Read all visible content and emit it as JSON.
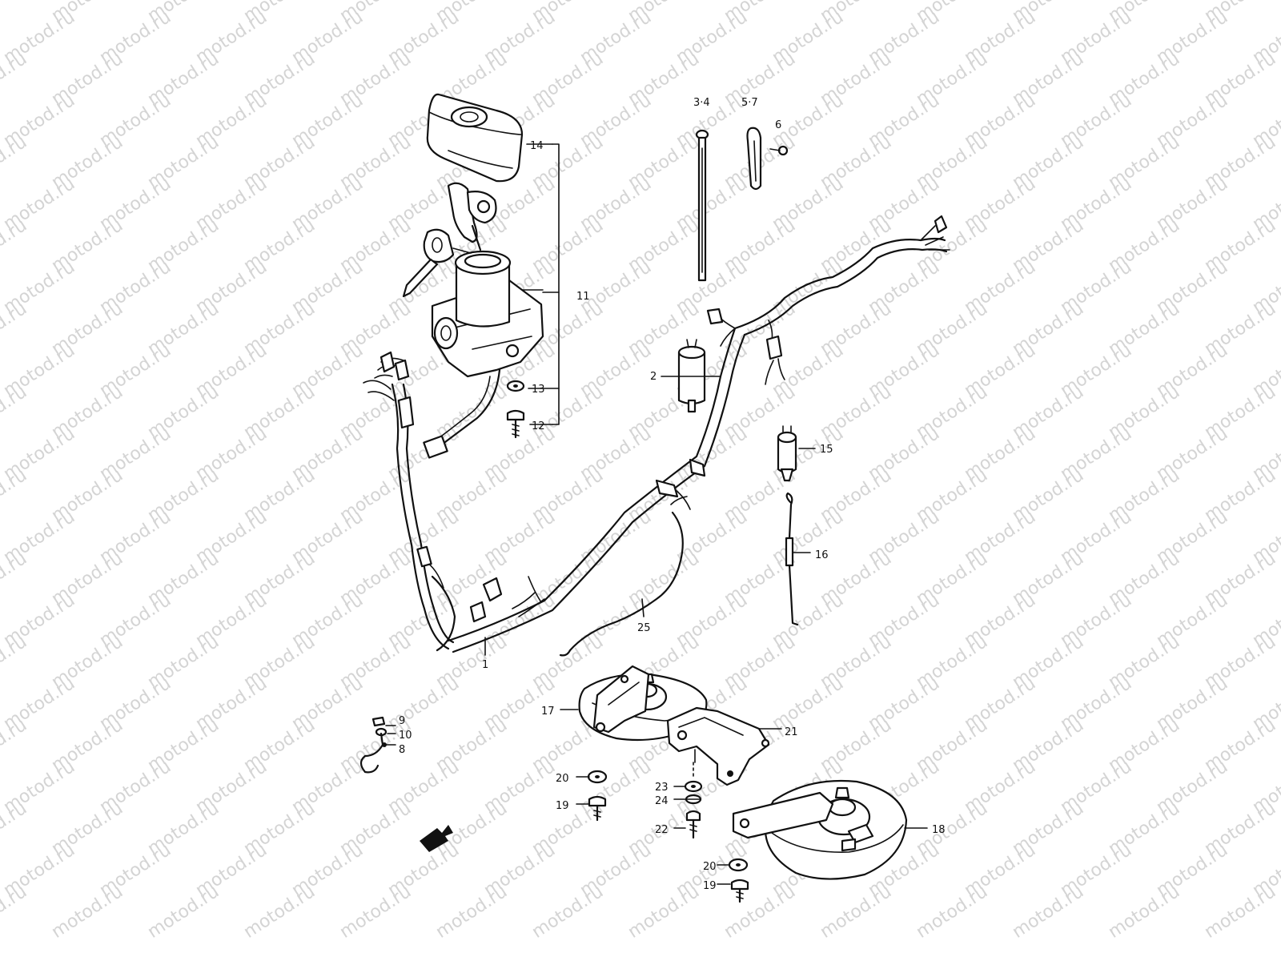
{
  "watermark_text": "motod.ru",
  "callouts": {
    "c14": "14",
    "c11": "11",
    "c13": "13",
    "c12": "12",
    "c34": "3·4",
    "c57": "5·7",
    "c6": "6",
    "c2": "2",
    "c15": "15",
    "c16": "16",
    "c25": "25",
    "c1": "1",
    "c9": "9",
    "c10": "10",
    "c8": "8",
    "c17": "17",
    "c21": "21",
    "c20a": "20",
    "c19a": "19",
    "c23": "23",
    "c24": "24",
    "c22": "22",
    "c18": "18",
    "c20b": "20",
    "c19b": "19"
  }
}
